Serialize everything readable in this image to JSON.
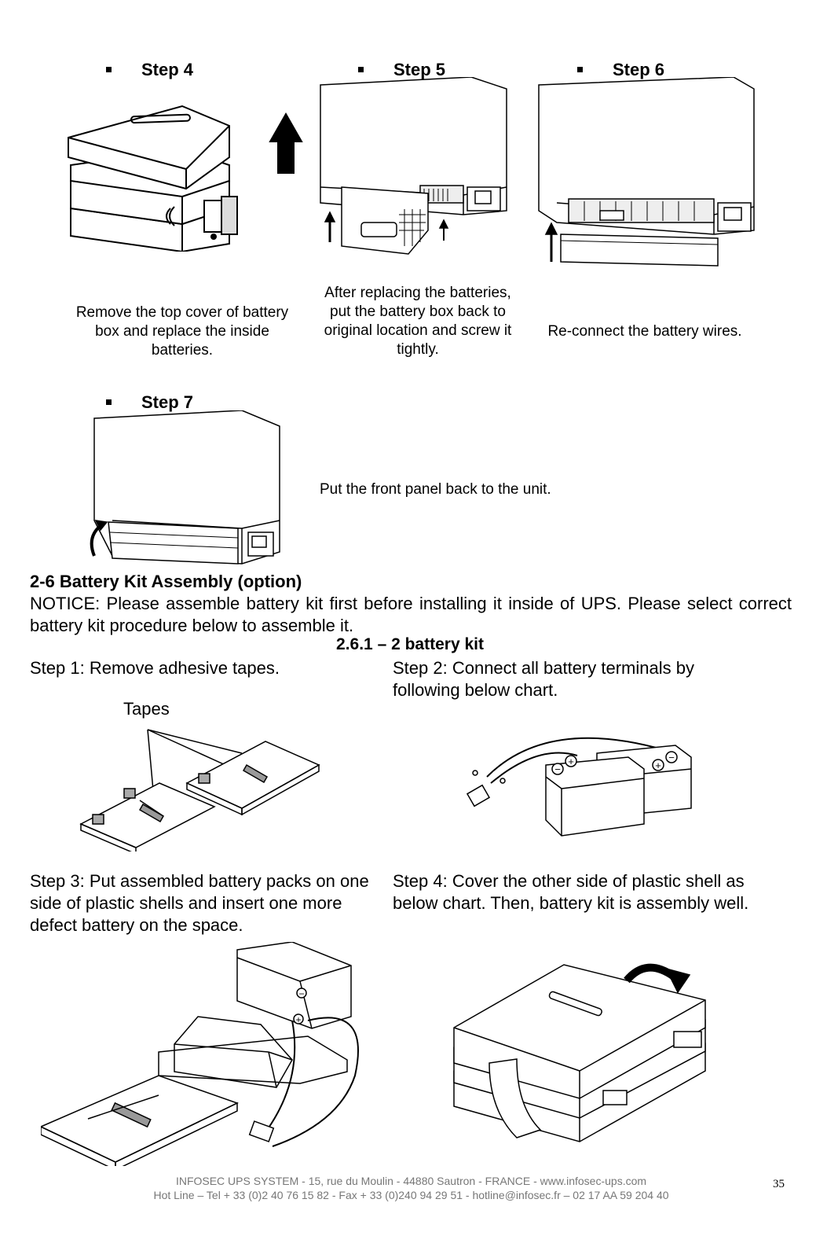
{
  "steps_top": [
    {
      "heading": "Step 4",
      "caption": "Remove the top cover of battery box and replace the inside batteries."
    },
    {
      "heading": "Step 5",
      "caption": "After replacing the batteries, put the battery box back to original location and screw it tightly."
    },
    {
      "heading": "Step 6",
      "caption": "Re-connect the battery wires."
    }
  ],
  "step7": {
    "heading": "Step 7",
    "caption": "Put the front panel back to the unit."
  },
  "section": {
    "title": "2-6 Battery Kit Assembly (option)",
    "notice": "NOTICE: Please assemble battery kit first before installing it inside of UPS. Please select correct battery kit procedure below to assemble it.",
    "subtitle": "2.6.1 – 2 battery kit",
    "step1": "Step 1: Remove adhesive tapes.",
    "step2": "Step 2: Connect all battery terminals by following below chart.",
    "tapes_label": "Tapes",
    "step3": "Step 3: Put assembled battery packs on one side of plastic shells and insert one more defect battery on the space.",
    "step4": "Step 4: Cover the other side of plastic shell as below chart. Then, battery kit is assembly well."
  },
  "footer": {
    "line1": "INFOSEC UPS SYSTEM - 15, rue du Moulin - 44880 Sautron - FRANCE - www.infosec-ups.com",
    "line2": "Hot Line – Tel + 33 (0)2 40 76 15 82 - Fax + 33 (0)240 94 29 51 - hotline@infosec.fr – 02 17 AA 59 204 40",
    "page_number": "35"
  },
  "figure_symbols": {
    "plus": "+",
    "minus": "−"
  }
}
